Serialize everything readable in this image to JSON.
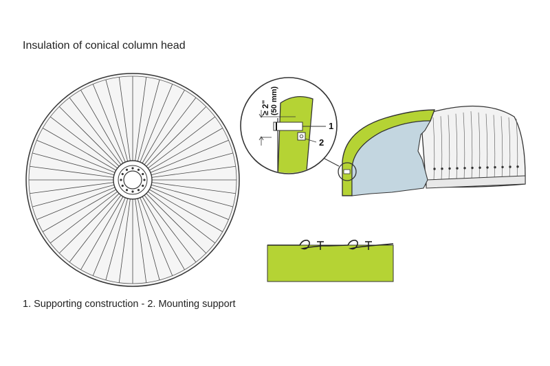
{
  "title": "Insulation of conical column head",
  "caption": "1. Supporting construction - 2. Mounting support",
  "detail": {
    "dimension_imperial": "≥ 2\"",
    "dimension_metric": "(50 mm)",
    "callout_1": "1",
    "callout_2": "2"
  },
  "colors": {
    "insulation_green": "#b5d334",
    "vessel_blue": "#c3d6e0",
    "cladding_grey": "#f2f2f2",
    "line": "#333333"
  },
  "icons": {
    "top_view": "conical-head-top-view-icon",
    "detail": "mounting-detail-circle-icon",
    "side_view": "insulated-column-head-side-view-icon",
    "seam": "cladding-seam-detail-icon"
  }
}
